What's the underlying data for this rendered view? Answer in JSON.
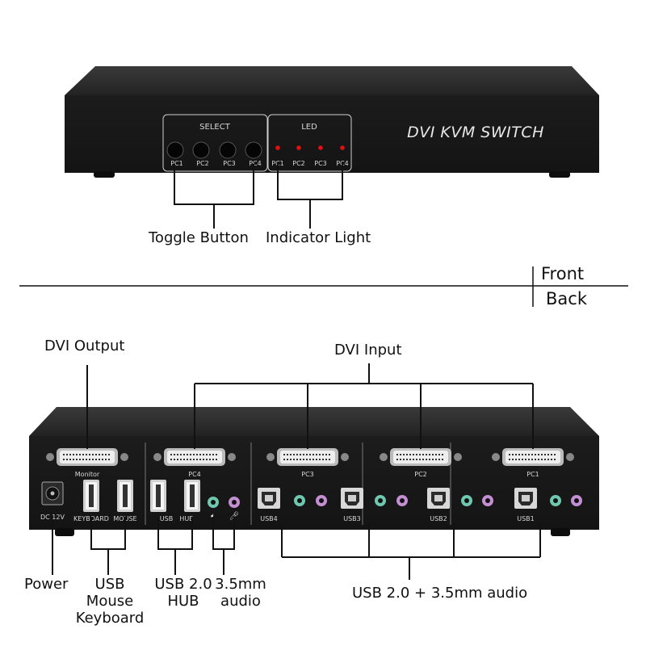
{
  "front": {
    "title": "DVI KVM SWITCH",
    "select_label": "SELECT",
    "led_label": "LED",
    "button_labels": [
      "PC1",
      "PC2",
      "PC3",
      "PC4"
    ],
    "led_labels": [
      "PC1",
      "PC2",
      "PC3",
      "PC4"
    ],
    "callouts": {
      "toggle": "Toggle Button",
      "indicator": "Indicator Light"
    }
  },
  "divider": {
    "front": "Front",
    "back": "Back"
  },
  "back": {
    "port_labels": {
      "monitor": "Monitor",
      "pc4": "PC4",
      "pc3": "PC3",
      "pc2": "PC2",
      "pc1": "PC1",
      "dc": "DC 12V",
      "keyboard": "KEYBOARD",
      "mouse": "MOUSE",
      "usb": "USB",
      "hub": "HUB",
      "usb4": "USB4",
      "usb3": "USB3",
      "usb2": "USB2",
      "usb1": "USB1"
    },
    "callouts": {
      "dvi_output": "DVI Output",
      "dvi_input": "DVI Input",
      "power": "Power",
      "usb_mouse_keyboard": "USB Mouse Keyboard",
      "usb_hub": "USB 2.0 HUB",
      "audio": "3.5mm audio",
      "usb_audio": "USB 2.0 + 3.5mm audio"
    }
  },
  "colors": {
    "chassis": "#1e1e1e",
    "led": "#e01010",
    "panel_line": "#cfcfcf"
  }
}
